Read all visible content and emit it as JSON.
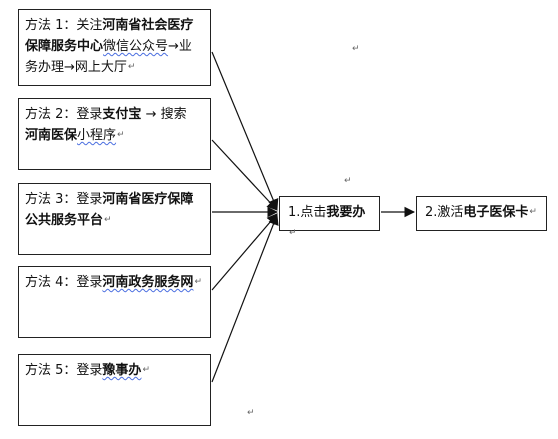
{
  "paragraph_mark": "↵",
  "methods": [
    {
      "prefix": "方法 1：",
      "text1": "关注",
      "bold1": "河南省社会医疗保障服务中心",
      "wavy": "微信公众号",
      "text2": "→业务办理→网上大厅"
    },
    {
      "prefix": "方法 2：",
      "text1": "登录",
      "bold1": "支付宝",
      "text2": " → 搜索",
      "bold2": "河南医保",
      "text3": "小程序"
    },
    {
      "prefix": "方法 3：",
      "text1": "登录",
      "bold1": "河南省医疗保障公共服务平台"
    },
    {
      "prefix": "方法 4：",
      "text1": "登录",
      "bold1": "河南政务服务网"
    },
    {
      "prefix": "方法 5：",
      "text1": "登录",
      "bold1": "豫事办"
    }
  ],
  "step1": {
    "prefix": "1.点击",
    "bold": "我要办"
  },
  "step2": {
    "prefix": "2.激活",
    "bold": "电子医保卡"
  }
}
